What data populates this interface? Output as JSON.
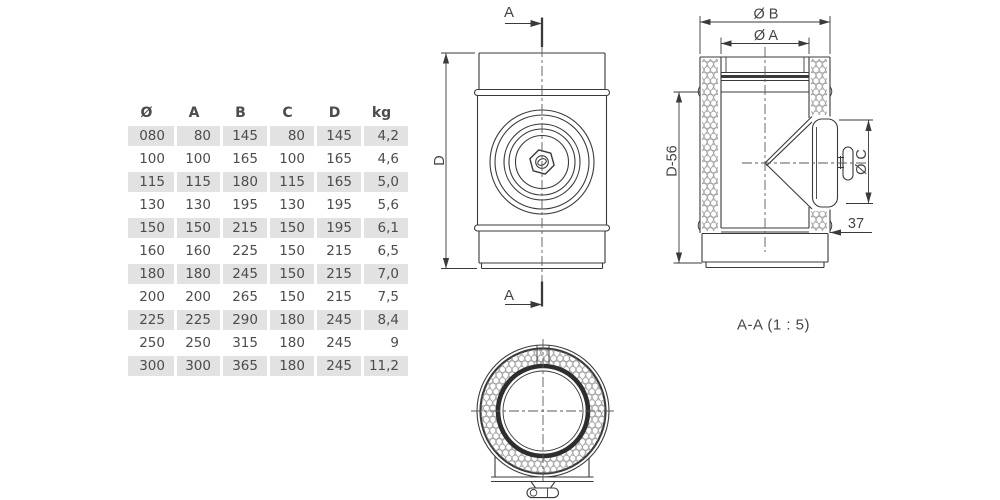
{
  "table": {
    "columns": [
      "Ø",
      "A",
      "B",
      "C",
      "D",
      "kg"
    ],
    "rows": [
      [
        "080",
        "80",
        "145",
        "80",
        "145",
        "4,2"
      ],
      [
        "100",
        "100",
        "165",
        "100",
        "165",
        "4,6"
      ],
      [
        "115",
        "115",
        "180",
        "115",
        "165",
        "5,0"
      ],
      [
        "130",
        "130",
        "195",
        "130",
        "195",
        "5,6"
      ],
      [
        "150",
        "150",
        "215",
        "150",
        "195",
        "6,1"
      ],
      [
        "160",
        "160",
        "225",
        "150",
        "215",
        "6,5"
      ],
      [
        "180",
        "180",
        "245",
        "150",
        "215",
        "7,0"
      ],
      [
        "200",
        "200",
        "265",
        "150",
        "215",
        "7,5"
      ],
      [
        "225",
        "225",
        "290",
        "180",
        "245",
        "8,4"
      ],
      [
        "250",
        "250",
        "315",
        "180",
        "245",
        "9"
      ],
      [
        "300",
        "300",
        "365",
        "180",
        "245",
        "11,2"
      ]
    ]
  },
  "views": {
    "front": {
      "section_label_top": "A",
      "section_label_bottom": "A",
      "dim_height": "D"
    },
    "side": {
      "dim_outer_diameter": "Ø B",
      "dim_inner_diameter": "Ø A",
      "dim_door_diameter": "Ø C",
      "dim_body_height": "D-56",
      "dim_offset": "37"
    },
    "section": {
      "label": "A-A  (1 : 5)"
    }
  },
  "colors": {
    "row_shade": "#e2e2e2",
    "line": "#3a3a3a",
    "text": "#4c4c4c"
  }
}
